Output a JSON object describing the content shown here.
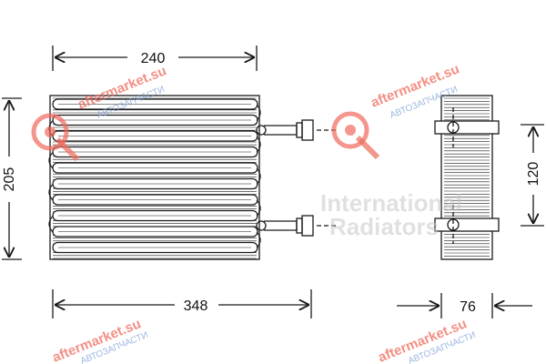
{
  "dimensions": {
    "width_top": "240",
    "height_left": "205",
    "width_bottom": "348",
    "height_side": "120",
    "depth_side": "76"
  },
  "watermarks": {
    "site": "aftermarket.su",
    "tagline": "АВТОЗАПЧАСТИ",
    "brand_line1": "International",
    "brand_line2": "Radiators"
  },
  "colors": {
    "line": "#1a1a1a",
    "watermark_red": "#ef6a5c",
    "watermark_blue": "#7d9fd6",
    "watermark_grey": "#c8c8c8"
  }
}
